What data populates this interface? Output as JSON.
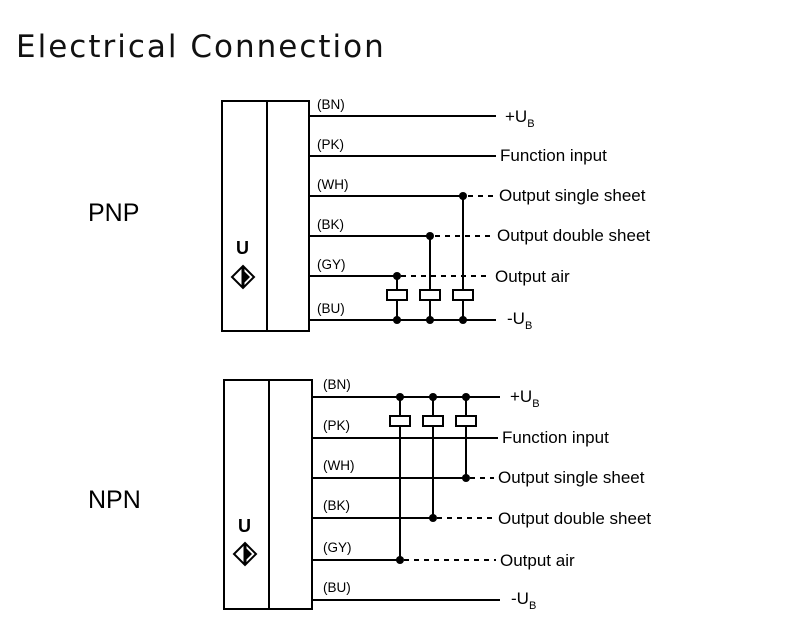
{
  "title": "Electrical Connection",
  "sensor_symbol": {
    "letter": "U",
    "icon": "diamond-sensor-icon"
  },
  "circuits": [
    {
      "type": "PNP",
      "wires": [
        {
          "code": "(BN)",
          "signal": "+U",
          "subscript": "B"
        },
        {
          "code": "(PK)",
          "signal": "Function input"
        },
        {
          "code": "(WH)",
          "signal": "Output single sheet"
        },
        {
          "code": "(BK)",
          "signal": "Output double sheet"
        },
        {
          "code": "(GY)",
          "signal": "Output air"
        },
        {
          "code": "(BU)",
          "signal": "-U",
          "subscript": "B"
        }
      ]
    },
    {
      "type": "NPN",
      "wires": [
        {
          "code": "(BN)",
          "signal": "+U",
          "subscript": "B"
        },
        {
          "code": "(PK)",
          "signal": "Function input"
        },
        {
          "code": "(WH)",
          "signal": "Output single sheet"
        },
        {
          "code": "(BK)",
          "signal": "Output double sheet"
        },
        {
          "code": "(GY)",
          "signal": "Output air"
        },
        {
          "code": "(BU)",
          "signal": "-U",
          "subscript": "B"
        }
      ]
    }
  ]
}
